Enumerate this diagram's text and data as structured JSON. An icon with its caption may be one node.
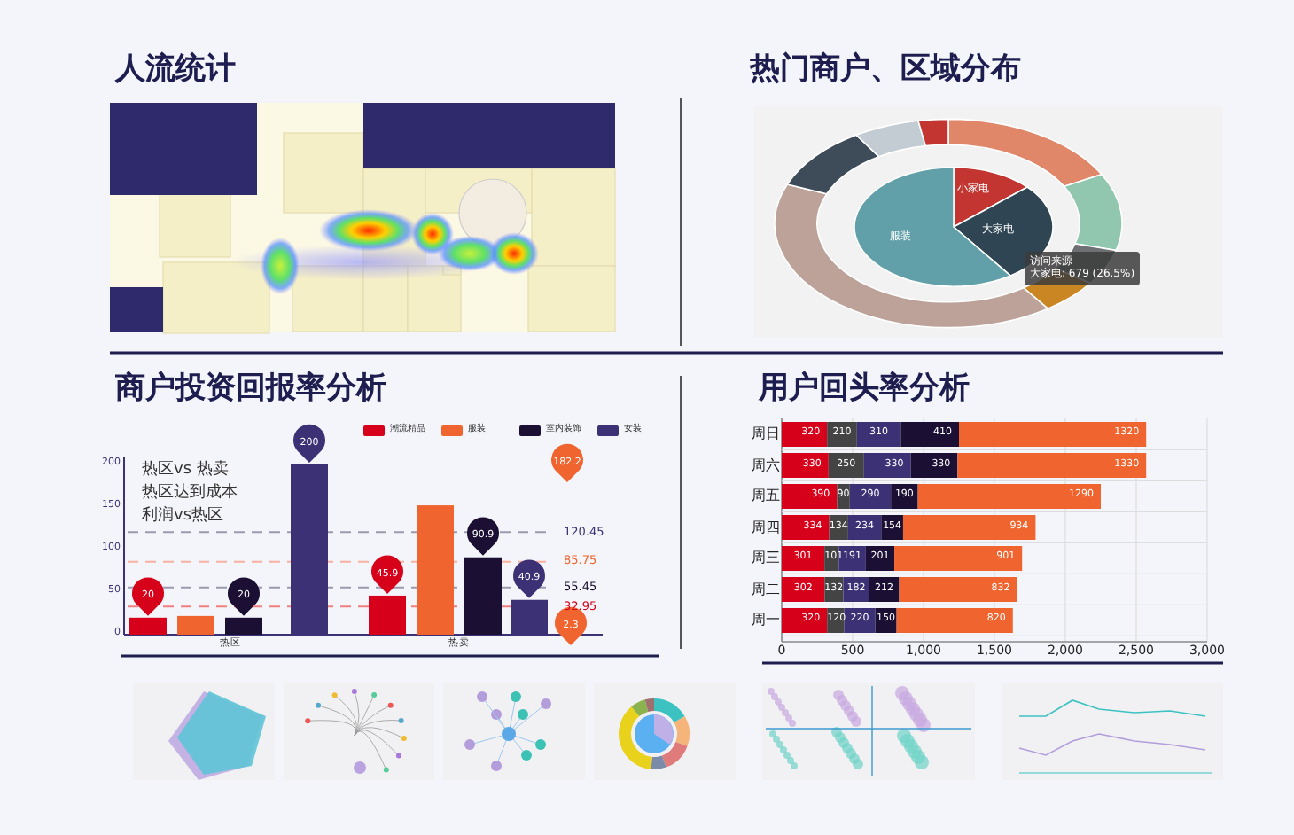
{
  "diagram": {
    "nodes": [
      {
        "text": [
          "人流统计"
        ]
      },
      {
        "text": [
          "热门商户、区域分布"
        ]
      },
      {
        "text": [
          "商户投资回报率分析"
        ]
      },
      {
        "text": [
          "用户回头率分析"
        ]
      }
    ],
    "labels": [
      "小家电",
      "大家电",
      "服装",
      "访问来源",
      "大家电: 679 (26.5%)",
      "热区vs 热卖",
      "热区达到成本",
      "利润vs热区",
      "0",
      "50",
      "100",
      "150",
      "200",
      "20",
      "20",
      "200",
      "45.9",
      "90.9",
      "40.9",
      "182.2",
      "2.3",
      "120.45",
      "85.75",
      "55.45",
      "32.95",
      "热区",
      "热卖"
    ],
    "legend": [
      {
        "text": "潮流精品",
        "color": "#d7001b"
      },
      {
        "text": "服装",
        "color": "#f0652f"
      },
      {
        "text": "室内装饰",
        "color": "#1b0f33"
      },
      {
        "text": "女装",
        "color": "#3d3176"
      }
    ],
    "chart_data": {
      "type": "bar",
      "orientation": "horizontal",
      "stacked": true,
      "data_labels": true,
      "grid": true,
      "categories": [
        "周日",
        "周六",
        "周五",
        "周四",
        "周三",
        "周二",
        "周一"
      ],
      "series": [
        {
          "color": "#d7001b",
          "values": [
            320,
            330,
            390,
            334,
            301,
            302,
            320
          ]
        },
        {
          "color": "#444444",
          "values": [
            210,
            250,
            90,
            134,
            101,
            132,
            120
          ]
        },
        {
          "color": "#3d3176",
          "values": [
            310,
            330,
            290,
            234,
            191,
            182,
            220
          ]
        },
        {
          "color": "#1b0f33",
          "values": [
            410,
            330,
            190,
            154,
            201,
            212,
            150
          ]
        },
        {
          "color": "#f0652f",
          "values": [
            1320,
            1330,
            1290,
            934,
            901,
            832,
            820
          ]
        }
      ],
      "xlim": [
        0,
        3000
      ],
      "xticks": [
        0,
        500,
        {
          "value": 1000,
          "label": "1,000"
        },
        {
          "value": 1500,
          "label": "1,500"
        },
        {
          "value": 2000,
          "label": "2,000"
        },
        {
          "value": 2500,
          "label": "2,500"
        },
        {
          "value": 3000,
          "label": "3,000"
        }
      ]
    }
  }
}
